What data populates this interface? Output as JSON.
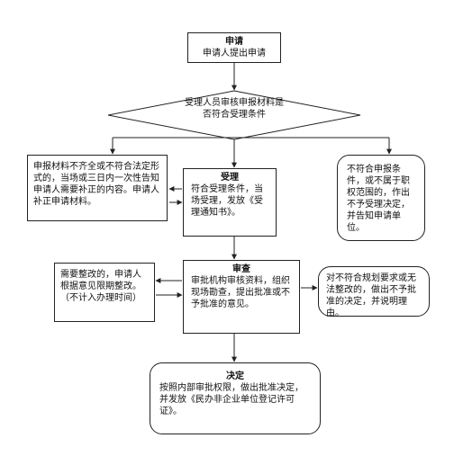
{
  "flow": {
    "apply": {
      "title": "申请",
      "text": "申请人提出申请"
    },
    "review_decision": {
      "line1": "受理人员审核申报材料是",
      "line2": "否符合受理条件"
    },
    "incomplete": {
      "text": "申报材料不齐全或不符合法定形式的，当场或三日内一次性告知申请人需要补正的内容。申请人补正申请材料。"
    },
    "accept": {
      "title": "受理",
      "text": "符合受理条件，当场受理，发放《受理通知书》。"
    },
    "reject": {
      "text": "不符合申报条件，或不属于职权范围的，作出不予受理决定，并告知申请单位。"
    },
    "examine": {
      "title": "审查",
      "text": "审批机构审核资料，组织现场勘查，提出批准或不予批准的意见。"
    },
    "rectify": {
      "text": "需要整改的，申请人根据意见限期整改。（不计入办理时间）"
    },
    "deny": {
      "text": "对不符合规划要求或无法整改的，做出不予批准的决定，并说明理由。"
    },
    "decision": {
      "title": "决定",
      "text": "按照内部审批权限，做出批准决定，并发放《民办非企业单位登记许可证》。"
    }
  }
}
